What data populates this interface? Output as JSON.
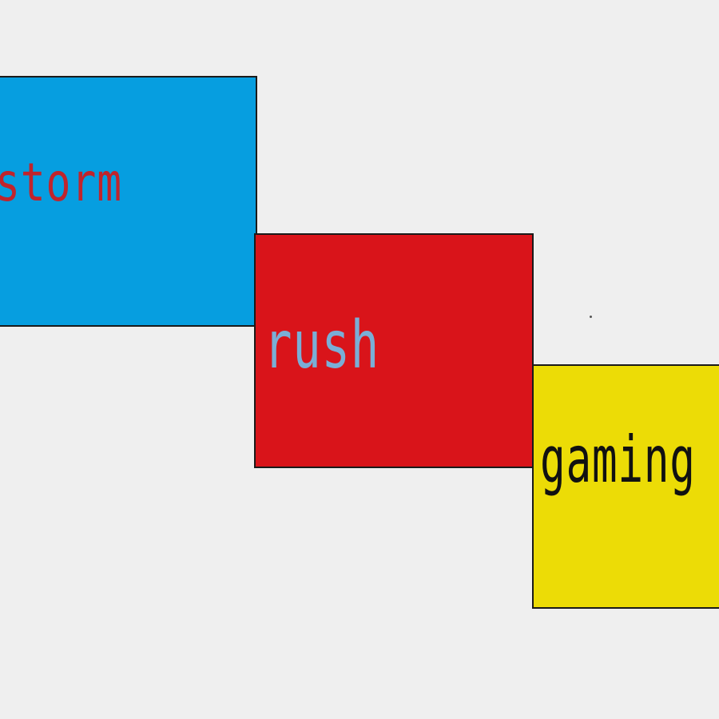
{
  "blocks": [
    {
      "id": "blue",
      "word": "storm",
      "fill": "#069ee0",
      "text_color": "#c0242c"
    },
    {
      "id": "red",
      "word": "rush",
      "fill": "#d9141a",
      "text_color": "#7aaed6"
    },
    {
      "id": "yellow",
      "word": "gaming",
      "fill": "#ecdc06",
      "text_color": "#111111"
    }
  ],
  "colors": {
    "background": "#efefef",
    "border": "#1a1a1a"
  }
}
